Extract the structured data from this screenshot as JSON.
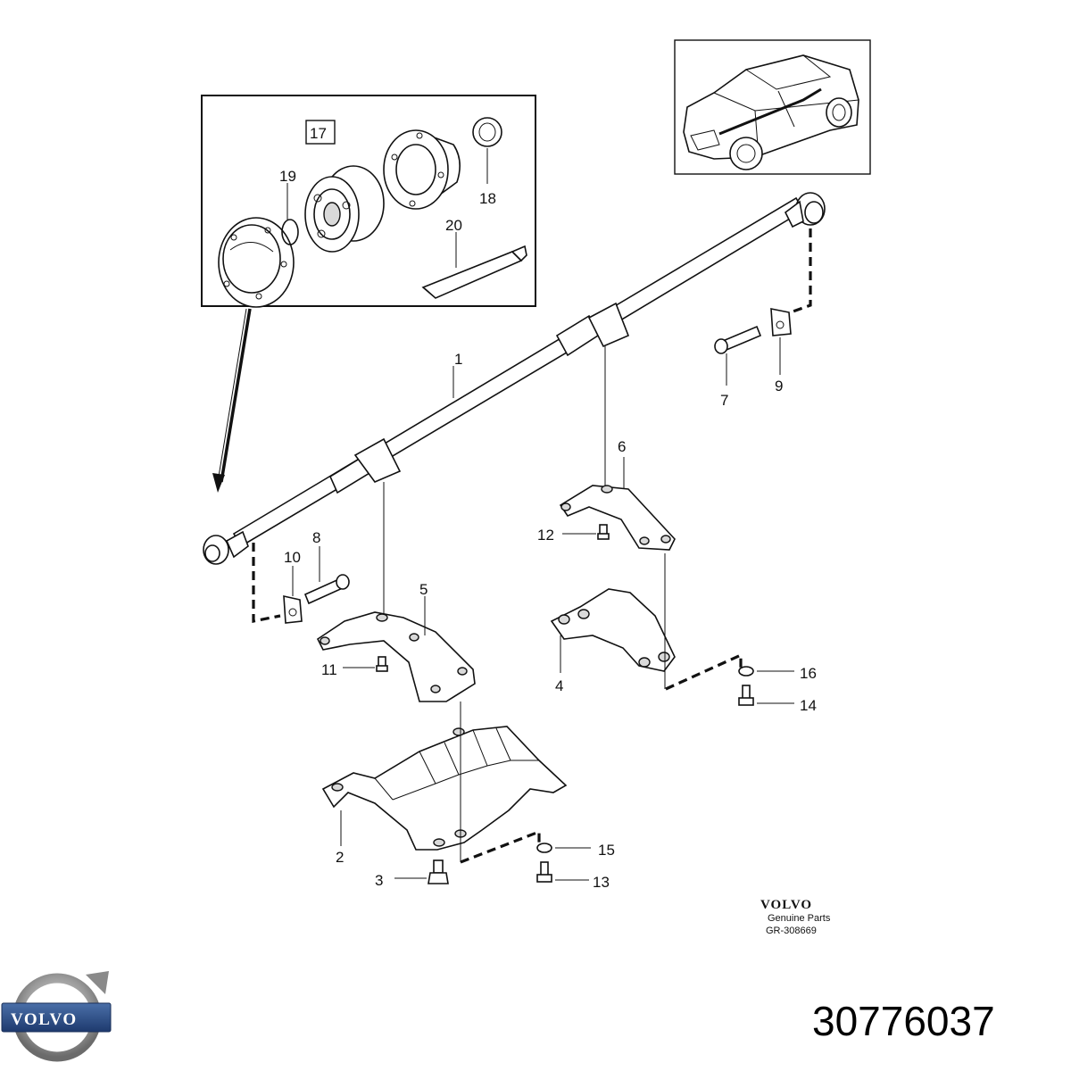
{
  "callouts": {
    "c1": "1",
    "c2": "2",
    "c3": "3",
    "c4": "4",
    "c5": "5",
    "c6": "6",
    "c7": "7",
    "c8": "8",
    "c9": "9",
    "c10": "10",
    "c11": "11",
    "c12": "12",
    "c13": "13",
    "c14": "14",
    "c15": "15",
    "c16": "16",
    "c17": "17",
    "c18": "18",
    "c19": "19",
    "c20": "20"
  },
  "brand": {
    "name": "VOLVO",
    "subtitle": "Genuine Parts",
    "diagram_ref": "GR-308669"
  },
  "logo": {
    "word": "VOLVO"
  },
  "part_number": "30776037"
}
